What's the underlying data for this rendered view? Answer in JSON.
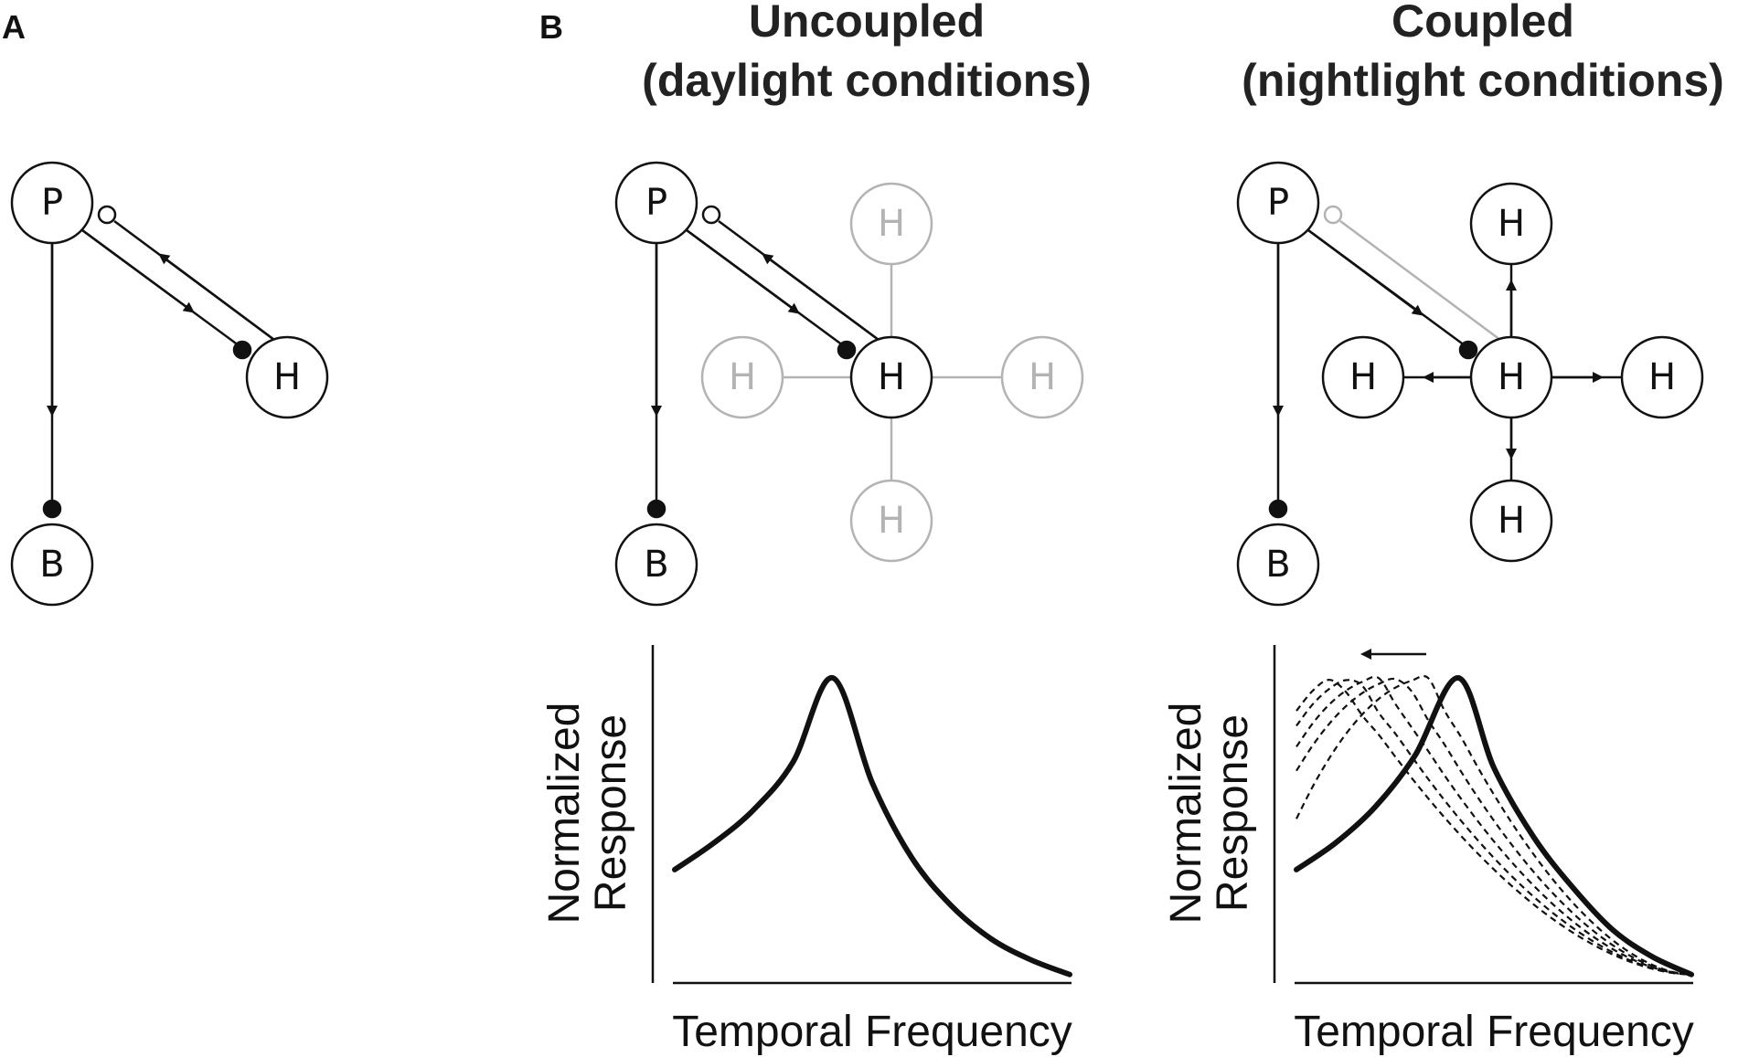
{
  "panels": {
    "a": {
      "letter": "A"
    },
    "b": {
      "letter": "B",
      "uncoupled": {
        "title_line1": "Uncoupled",
        "title_line2": "(daylight conditions)"
      },
      "coupled": {
        "title_line1": "Coupled",
        "title_line2": "(nightlight conditions)"
      }
    }
  },
  "nodes": {
    "photoreceptor": "P",
    "horizontal": "H",
    "bipolar": "B"
  },
  "colors": {
    "active": "#111111",
    "faded": "#b3b3b3"
  },
  "chart_data": [
    {
      "type": "line",
      "xlabel": "Temporal Frequency",
      "ylabel": [
        "Normalized",
        "Response"
      ],
      "series": [
        {
          "style": "solid",
          "peak_x": 0.4,
          "x": [
            0,
            0.1,
            0.2,
            0.3,
            0.4,
            0.5,
            0.6,
            0.7,
            0.8,
            0.9,
            1.0
          ],
          "y": [
            0.36,
            0.45,
            0.56,
            0.72,
            1.0,
            0.65,
            0.4,
            0.24,
            0.13,
            0.06,
            0.01
          ]
        }
      ]
    },
    {
      "type": "line",
      "xlabel": "Temporal Frequency",
      "ylabel": [
        "Normalized",
        "Response"
      ],
      "annotation": "arrow-left",
      "series": [
        {
          "style": "solid",
          "peak_x": 0.41,
          "x": [
            0,
            0.1,
            0.2,
            0.3,
            0.41,
            0.5,
            0.6,
            0.7,
            0.8,
            0.9,
            1.0
          ],
          "y": [
            0.36,
            0.45,
            0.57,
            0.74,
            1.0,
            0.7,
            0.47,
            0.3,
            0.16,
            0.07,
            0.01
          ]
        },
        {
          "style": "dashed",
          "peak_x": 0.34,
          "y_start": 0.53
        },
        {
          "style": "dashed",
          "peak_x": 0.28,
          "y_start": 0.69
        },
        {
          "style": "dashed",
          "peak_x": 0.22,
          "y_start": 0.77
        },
        {
          "style": "dashed",
          "peak_x": 0.16,
          "y_start": 0.84
        },
        {
          "style": "dashed",
          "peak_x": 0.11,
          "y_start": 0.89
        }
      ]
    }
  ]
}
